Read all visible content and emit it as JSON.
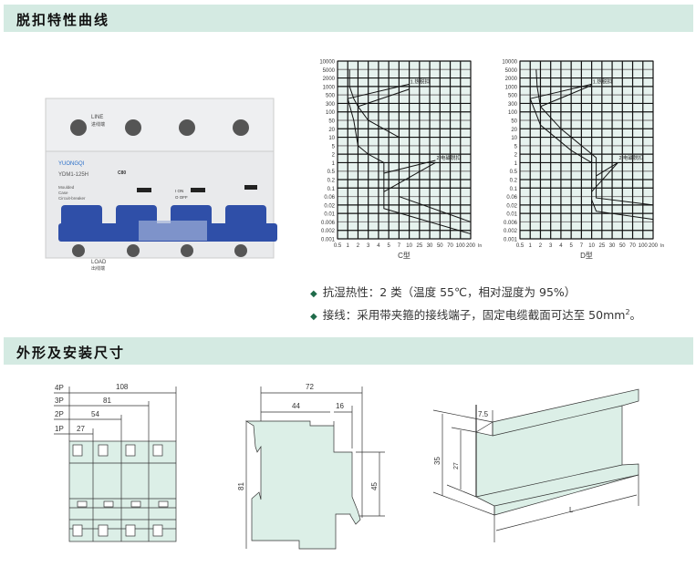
{
  "sections": [
    {
      "title": "脱扣特性曲线"
    },
    {
      "title": "外形及安装尺寸"
    }
  ],
  "product": {
    "brand": "YUONGQI",
    "model": "YDM1-125H",
    "line_label": "LINE",
    "line_cn": "进线端",
    "load_label": "LOAD",
    "load_cn": "出线端",
    "rating": "C80",
    "desc": [
      "Moulded",
      "Case",
      "Circuit-breaker"
    ],
    "on": "I ON",
    "off": "O OFF"
  },
  "bullets": [
    {
      "text": "抗湿热性：2 类（温度 55℃，相对湿度为 95%）"
    },
    {
      "text": "接线：采用带夹箍的接线端子，固定电缆截面可达至 50mm",
      "sup": "2",
      "tail": "。"
    }
  ],
  "chart_data": [
    {
      "type": "line",
      "title": "C型",
      "xlabel": "In",
      "x_ticks": [
        "0.5",
        "1",
        "2",
        "3",
        "4",
        "5",
        "7",
        "10",
        "25",
        "30",
        "50",
        "70",
        "100",
        "200"
      ],
      "x_values": [
        0.5,
        1,
        2,
        3,
        4,
        5,
        7,
        10,
        25,
        30,
        50,
        70,
        100,
        200
      ],
      "y_ticks": [
        "10000",
        "5000",
        "2000",
        "1000",
        "500",
        "300",
        "100",
        "50",
        "20",
        "10",
        "5",
        "2",
        "1",
        "0.5",
        "0.2",
        "0.1",
        "0.06",
        "0.02",
        "0.01",
        "0.006",
        "0.002",
        "0.001"
      ],
      "annotations": [
        "1.热脱扣",
        "2.电磁脱扣"
      ],
      "series": [
        {
          "name": "upper",
          "points": [
            [
              1.13,
              5000
            ],
            [
              1.13,
              1000
            ],
            [
              1.5,
              400
            ],
            [
              2,
              200
            ],
            [
              3,
              50
            ],
            [
              7,
              10
            ]
          ]
        },
        {
          "name": "lower",
          "points": [
            [
              1,
              400
            ],
            [
              1.5,
              50
            ],
            [
              2,
              5
            ],
            [
              3,
              2
            ],
            [
              4.5,
              1
            ],
            [
              4.5,
              0.015
            ],
            [
              200,
              0.0015
            ]
          ]
        },
        {
          "name": "upper-magnetic",
          "points": [
            [
              7,
              0.06
            ],
            [
              200,
              0.006
            ]
          ]
        },
        {
          "name": "leader-1a",
          "points": [
            [
              1,
              400
            ],
            [
              10,
              1200
            ]
          ]
        },
        {
          "name": "leader-1b",
          "points": [
            [
              2,
              200
            ],
            [
              10,
              800
            ]
          ]
        },
        {
          "name": "leader-2a",
          "points": [
            [
              4.5,
              0.4
            ],
            [
              40,
              1.2
            ]
          ]
        },
        {
          "name": "leader-2b",
          "points": [
            [
              4.5,
              0.08
            ],
            [
              40,
              1
            ]
          ]
        }
      ]
    },
    {
      "type": "line",
      "title": "D型",
      "xlabel": "In",
      "x_ticks": [
        "0.5",
        "1",
        "2",
        "3",
        "4",
        "5",
        "7",
        "10",
        "25",
        "30",
        "50",
        "70",
        "100",
        "200"
      ],
      "x_values": [
        0.5,
        1,
        2,
        3,
        4,
        5,
        7,
        10,
        25,
        30,
        50,
        70,
        100,
        200
      ],
      "y_ticks": [
        "10000",
        "5000",
        "2000",
        "1000",
        "500",
        "300",
        "100",
        "50",
        "20",
        "10",
        "5",
        "2",
        "1",
        "0.5",
        "0.2",
        "0.1",
        "0.06",
        "0.02",
        "0.01",
        "0.006",
        "0.002",
        "0.001"
      ],
      "annotations": [
        "1.热脱扣",
        "2.电磁脱扣"
      ],
      "series": [
        {
          "name": "upper",
          "points": [
            [
              1.5,
              5000
            ],
            [
              1.6,
              1000
            ],
            [
              2,
              200
            ],
            [
              4,
              20
            ],
            [
              15,
              1.5
            ],
            [
              15,
              0.05
            ],
            [
              200,
              0.02
            ]
          ]
        },
        {
          "name": "lower",
          "points": [
            [
              1,
              400
            ],
            [
              2,
              30
            ],
            [
              5,
              3
            ],
            [
              10,
              1
            ]
          ]
        },
        {
          "name": "lower-magnetic",
          "points": [
            [
              10,
              0.04
            ],
            [
              15,
              0.012
            ],
            [
              200,
              0.007
            ]
          ]
        },
        {
          "name": "leader-1a",
          "points": [
            [
              1,
              400
            ],
            [
              10,
              1200
            ]
          ]
        },
        {
          "name": "leader-1b",
          "points": [
            [
              2,
              200
            ],
            [
              10,
              1100
            ]
          ]
        },
        {
          "name": "leader-2a",
          "points": [
            [
              15,
              0.3
            ],
            [
              40,
              1
            ]
          ]
        },
        {
          "name": "leader-2b",
          "points": [
            [
              10,
              0.08
            ],
            [
              40,
              1
            ]
          ]
        }
      ]
    }
  ],
  "dimensions": {
    "front": {
      "poles": [
        "4P",
        "3P",
        "2P",
        "1P"
      ],
      "widths": [
        "108",
        "81",
        "54",
        "27"
      ]
    },
    "side": {
      "depth": "72",
      "d1": "44",
      "d2": "16",
      "height": "81",
      "rail": "45"
    },
    "rail": {
      "a": "7.5",
      "h": "35",
      "inner": "27",
      "length": "L"
    }
  },
  "colors": {
    "header_bg": "#d4eae2",
    "chart_bg": "#e6f2ee",
    "drawing_fill": "#dcefe7",
    "handle": "#2f4fa8"
  }
}
